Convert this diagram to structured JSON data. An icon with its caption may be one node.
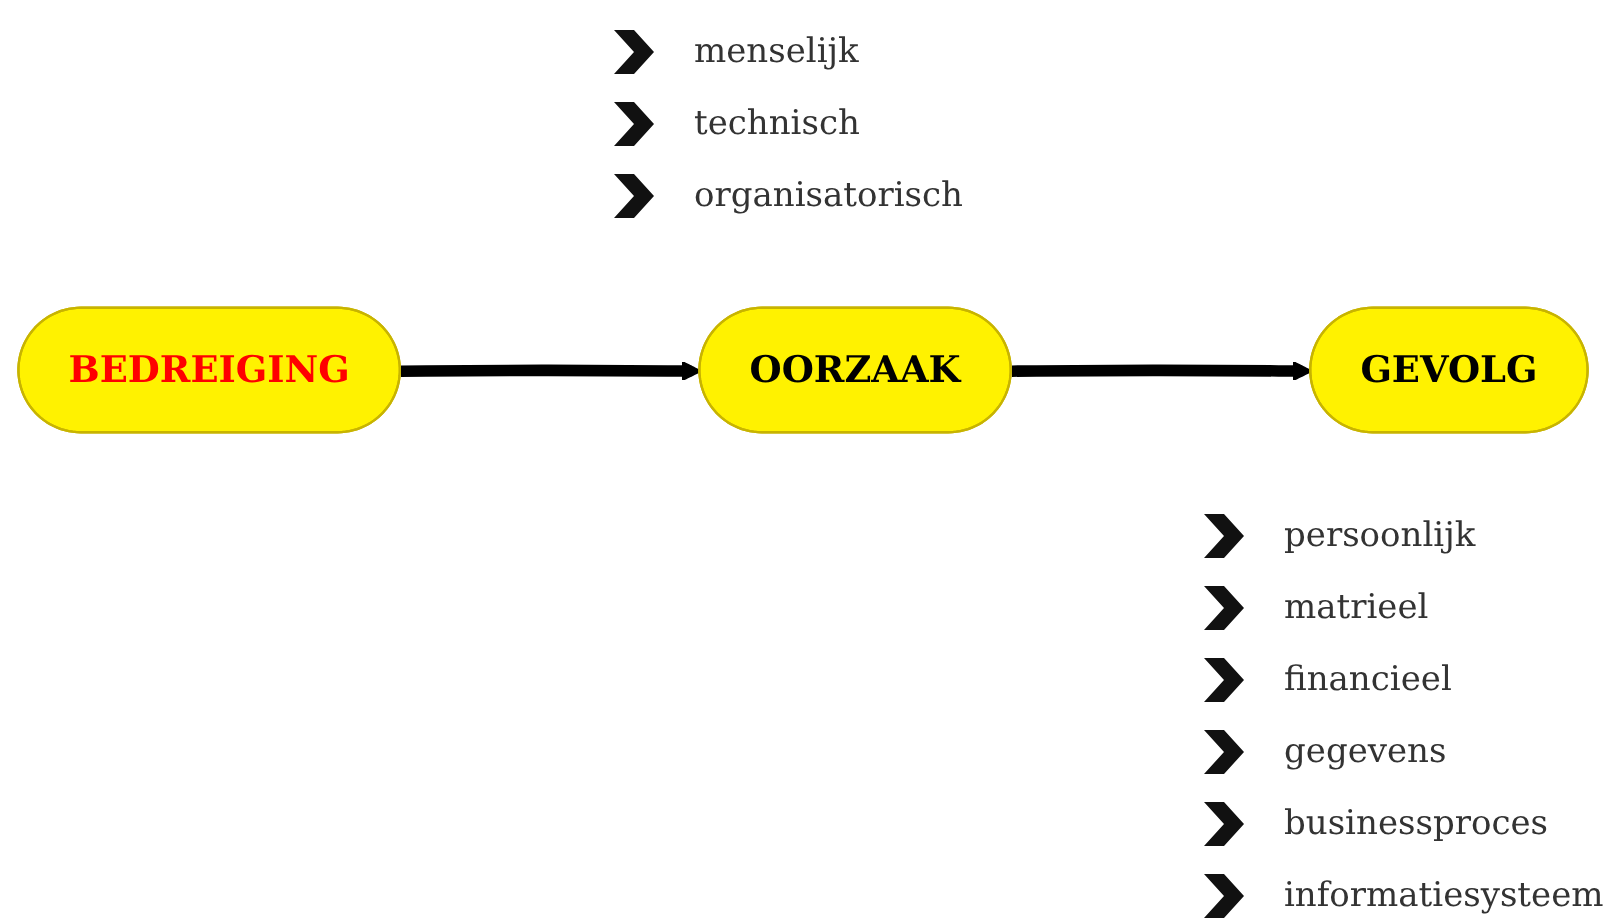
{
  "diagram": {
    "nodes": [
      {
        "text": [
          "BEDREIGING"
        ]
      },
      {
        "text": [
          "OORZAAK"
        ]
      },
      {
        "text": [
          "GEVOLG"
        ]
      }
    ],
    "edges": [
      {
        "from": 0,
        "to": 1,
        "arrow": "to"
      },
      {
        "from": 1,
        "to": 2,
        "arrow": "to"
      }
    ],
    "labels": [
      "menselijk",
      "technisch",
      "organisatorisch",
      "persoonlijk",
      "matrieel",
      "financieel",
      "gegevens",
      "businessproces",
      "informatiesysteem"
    ]
  }
}
